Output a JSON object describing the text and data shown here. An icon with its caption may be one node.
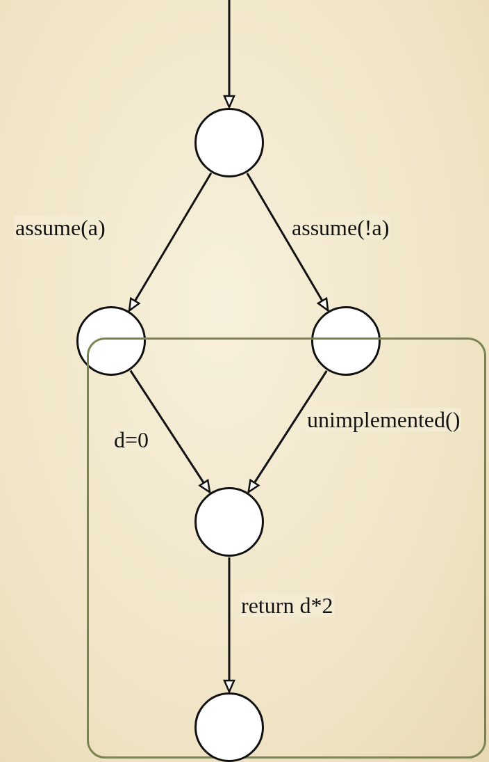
{
  "diagram": {
    "nodes": [
      {
        "text": [],
        "shape": "circle"
      },
      {
        "text": [],
        "shape": "circle"
      },
      {
        "text": [],
        "shape": "circle"
      },
      {
        "text": [],
        "shape": "box"
      },
      {
        "text": [],
        "shape": "circle",
        "in": 3
      },
      {
        "text": [],
        "shape": "circle",
        "in": 3
      }
    ],
    "edges": [
      {
        "from": null,
        "to": 0,
        "arrow": "to"
      },
      {
        "from": 0,
        "to": 1,
        "arrow": "to",
        "label": "assume(a)"
      },
      {
        "from": 0,
        "to": 2,
        "arrow": "to",
        "label": "assume(!a)"
      },
      {
        "from": 1,
        "to": 4,
        "arrow": "to",
        "label": "d=0"
      },
      {
        "from": 2,
        "to": 4,
        "arrow": "to",
        "label": "unimplemented()"
      },
      {
        "from": 4,
        "to": 5,
        "arrow": "to",
        "label": "return d*2"
      }
    ]
  }
}
